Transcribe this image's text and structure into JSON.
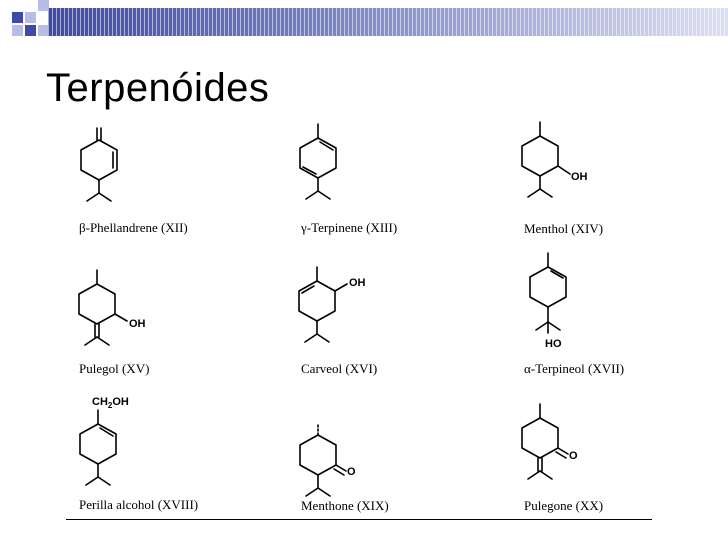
{
  "slide": {
    "title": "Terpenóides"
  },
  "compounds": [
    {
      "name": "β-Phellandrene (XII)",
      "substituent": ""
    },
    {
      "name": "γ-Terpinene (XIII)",
      "substituent": ""
    },
    {
      "name": "Menthol (XIV)",
      "substituent": "OH"
    },
    {
      "name": "Pulegol (XV)",
      "substituent": "OH"
    },
    {
      "name": "Carveol (XVI)",
      "substituent": "OH"
    },
    {
      "name": "α-Terpineol (XVII)",
      "substituent": "HO"
    },
    {
      "name": "Perilla alcohol (XVIII)",
      "substituent_prefix": "CH",
      "substituent_sub": "2",
      "substituent_suffix": "OH"
    },
    {
      "name": "Menthone (XIX)",
      "substituent": "O"
    },
    {
      "name": "Pulegone (XX)",
      "substituent": "O"
    }
  ],
  "colors": {
    "header_start": "#3d4aa8",
    "header_end": "#dcdff3",
    "square_dark": "#3d4aa8",
    "square_light": "#b7bde6"
  }
}
